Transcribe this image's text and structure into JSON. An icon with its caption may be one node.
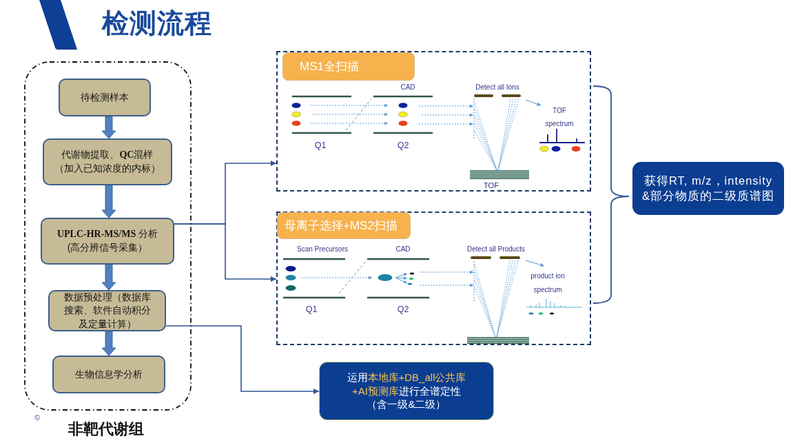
{
  "diagram": {
    "title": "检测流程",
    "nodes": [
      {
        "text": [
          "非靶代谢组"
        ]
      },
      {
        "text": [
          "待检测样本"
        ],
        "in": 0
      },
      {
        "text": [
          "代谢物提取、**QC**混样（加入已知浓度的内标）"
        ],
        "in": 0
      },
      {
        "text": [
          "**UPLC-HR-MS/MS** 分析(高分辨信号采集）"
        ],
        "in": 0
      },
      {
        "text": [
          "数据预处理（数据库搜索、软件自动积分及定量计算）"
        ],
        "in": 0
      },
      {
        "text": [
          "生物信息学分析"
        ],
        "in": 0
      },
      {
        "text": [],
        "shape": "box"
      },
      {
        "text": [
          "MS1全扫描"
        ],
        "in": 6
      },
      {
        "text": [],
        "shape": "box"
      },
      {
        "text": [
          "母离子选择+MS2扫描"
        ],
        "in": 8
      },
      {
        "text": [
          "获得RT, m/z，intensity &部分物质的二级质谱图"
        ]
      },
      {
        "text": [
          "运用**本地库+DB_all公共库+AI预测库**进行全谱定性（含一级&二级）"
        ]
      }
    ],
    "edges": [
      {
        "from": 1,
        "to": 2,
        "arrow": "to",
        "style": "thick"
      },
      {
        "from": 2,
        "to": 3,
        "arrow": "to",
        "style": "thick"
      },
      {
        "from": 3,
        "to": 4,
        "arrow": "to",
        "style": "thick"
      },
      {
        "from": 4,
        "to": 5,
        "arrow": "to",
        "style": "thick"
      },
      {
        "from": 3,
        "to": 6,
        "arrow": "to"
      },
      {
        "from": 3,
        "to": 8,
        "arrow": "to"
      },
      {
        "from": 4,
        "to": 11,
        "arrow": "to"
      }
    ],
    "labels": [
      "CAD",
      "Detect all Ions",
      "TOF spectrum",
      "Q1",
      "Q2",
      "TOF",
      "Scan Precursors",
      "CAD",
      "Detect all Products",
      "product ion spectrum",
      "Q1",
      "Q2",
      "©"
    ]
  }
}
